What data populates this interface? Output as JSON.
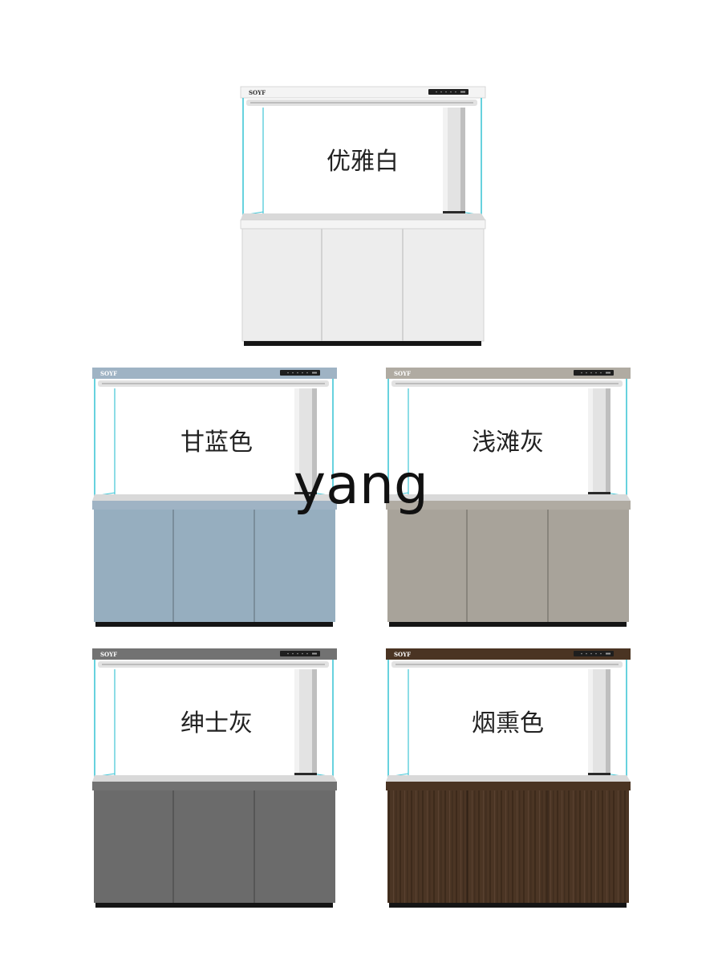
{
  "brand": "SOYF",
  "watermark": "yang",
  "variants": [
    {
      "label": "优雅白",
      "cabinet_color": "#ededed",
      "trim_color": "#f3f3f3"
    },
    {
      "label": "甘蓝色",
      "cabinet_color": "#96aebf",
      "trim_color": "#9fb3c4"
    },
    {
      "label": "浅滩灰",
      "cabinet_color": "#a8a39a",
      "trim_color": "#b0aba2"
    },
    {
      "label": "绅士灰",
      "cabinet_color": "#6b6b6b",
      "trim_color": "#727272"
    },
    {
      "label": "烟熏色",
      "cabinet_color": "#4a3423",
      "trim_color": "#4a3423"
    }
  ]
}
